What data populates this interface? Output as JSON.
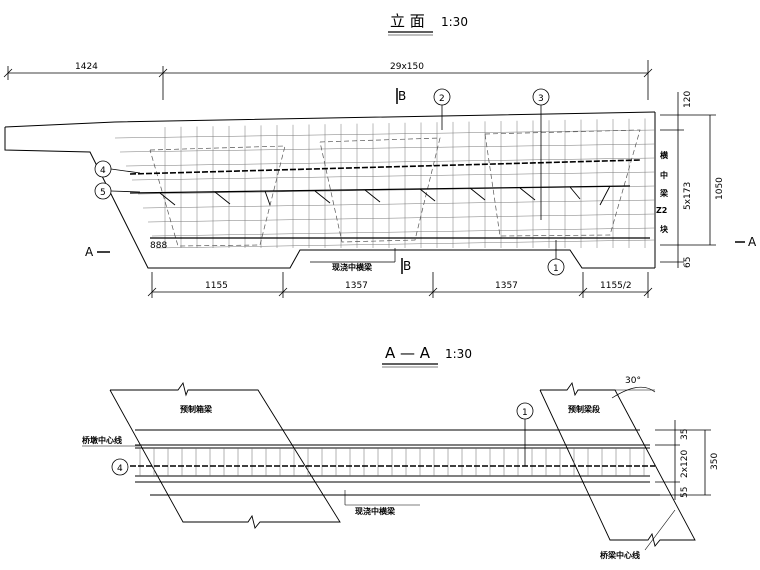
{
  "elevation": {
    "title": "立 面",
    "scale": "1:30",
    "top_dims": [
      "1424",
      "29x150"
    ],
    "bottom_dims": [
      "1155",
      "1357",
      "1357",
      "1155/2"
    ],
    "right_dims": [
      "120",
      "5x173",
      "65",
      "1050"
    ],
    "right_chars": [
      "横",
      "中",
      "梁",
      "Z2",
      "块"
    ],
    "section_mark_left": "A",
    "section_mark_right": "A",
    "section_b": "B",
    "labels": [
      "现浇中横梁"
    ],
    "small_tag": "888",
    "callouts": [
      "1",
      "2",
      "3",
      "4",
      "5"
    ]
  },
  "section": {
    "title": "A — A",
    "scale": "1:30",
    "angle": "30°",
    "right_dims": [
      "35",
      "2x120",
      "55",
      "350"
    ],
    "labels": [
      "预制箱梁",
      "预制梁段",
      "桥墩中心线",
      "现浇中横梁",
      "桥梁中心线"
    ],
    "callouts": [
      "1",
      "4"
    ]
  }
}
